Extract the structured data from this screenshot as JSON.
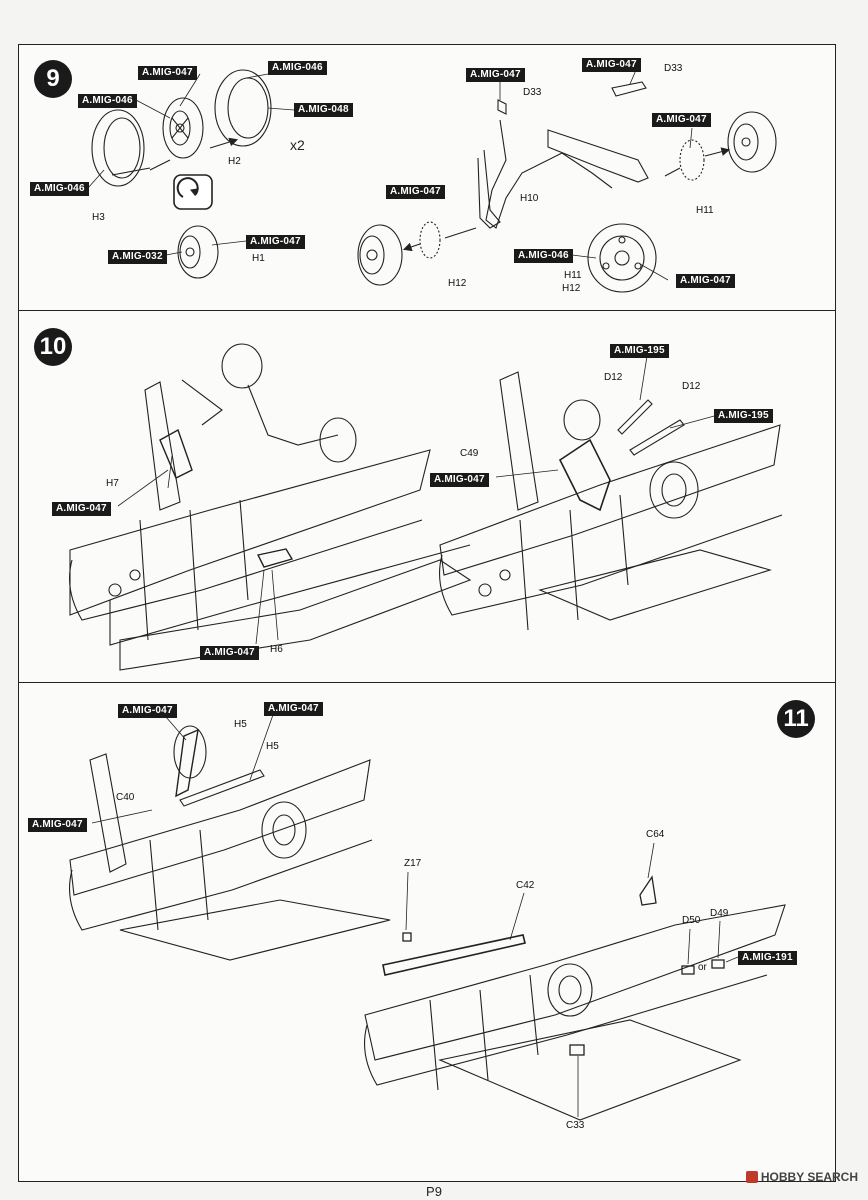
{
  "page": {
    "number": "P9",
    "watermark": "HOBBY SEARCH"
  },
  "steps": [
    {
      "number": "9"
    },
    {
      "number": "10"
    },
    {
      "number": "11"
    }
  ],
  "step9": {
    "quantity": "x2",
    "tags": [
      "A.MIG-047",
      "A.MIG-046",
      "A.MIG-048",
      "A.MIG-046",
      "A.MIG-046",
      "A.MIG-047",
      "A.MIG-032",
      "A.MIG-047",
      "A.MIG-047",
      "A.MIG-047",
      "A.MIG-047",
      "A.MIG-046",
      "A.MIG-047"
    ],
    "parts": [
      "H2",
      "H3",
      "H1",
      "D33",
      "D33",
      "H10",
      "H11",
      "H12",
      "H11",
      "H12"
    ]
  },
  "step10": {
    "tags": [
      "A.MIG-047",
      "A.MIG-047",
      "A.MIG-195",
      "A.MIG-195",
      "A.MIG-047"
    ],
    "parts": [
      "H7",
      "H6",
      "D12",
      "D12",
      "C49"
    ]
  },
  "step11": {
    "tags": [
      "A.MIG-047",
      "A.MIG-047",
      "A.MIG-047",
      "A.MIG-191"
    ],
    "parts": [
      "H5",
      "H5",
      "C40",
      "C64",
      "Z17",
      "C42",
      "D50",
      "D49",
      "or",
      "C33"
    ]
  },
  "icons": [
    "rotate-icon"
  ]
}
